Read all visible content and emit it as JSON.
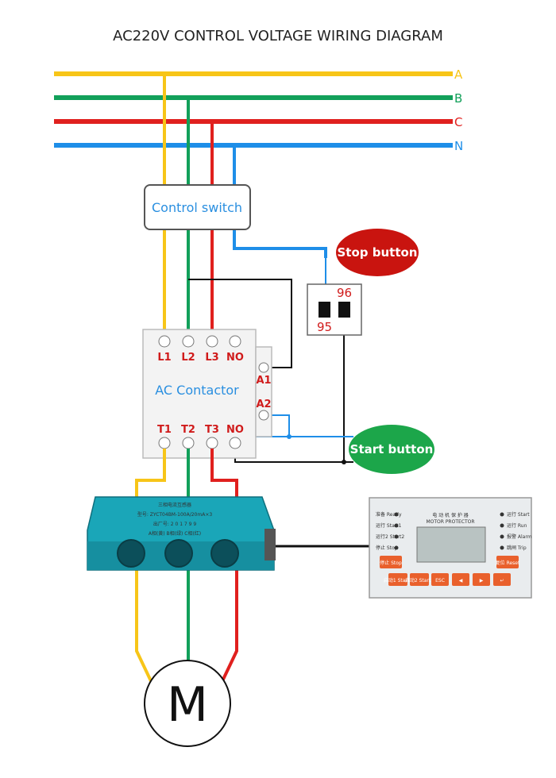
{
  "title": "AC220V CONTROL VOLTAGE WIRING DIAGRAM",
  "phases": [
    {
      "label": "A",
      "color": "#f7c518"
    },
    {
      "label": "B",
      "color": "#12a05a"
    },
    {
      "label": "C",
      "color": "#e0201e"
    },
    {
      "label": "N",
      "color": "#1e8ee8"
    }
  ],
  "control_switch": {
    "label": "Control switch"
  },
  "stop_button": {
    "label": "Stop button",
    "color": "#c9140f"
  },
  "start_button": {
    "label": "Start button",
    "color": "#1ca64a"
  },
  "stop_terminals": {
    "top": "96",
    "bottom": "95"
  },
  "contactor": {
    "label": "AC Contactor",
    "top_terminals": [
      "L1",
      "L2",
      "L3",
      "NO"
    ],
    "bottom_terminals": [
      "T1",
      "T2",
      "T3",
      "NO"
    ],
    "coil_terminals": [
      "A1",
      "A2"
    ]
  },
  "transformer": {
    "line1": "三相电流互感器",
    "line2": "型号: ZYCT04BM-100A/20mA×3",
    "line3": "出厂号: 2 0 1 7 9 9",
    "line4": "A相(黄)  B相(绿)  C相(红)"
  },
  "protector": {
    "title_cn": "电 动 机 保 护 器",
    "title_en": "MOTOR PROTECTOR",
    "left_leds": [
      "准备 Ready",
      "运行 Start1",
      "运行2 Start2",
      "停止 Stop"
    ],
    "right_leds": [
      "运行 Start",
      "运行 Run",
      "报警 Alarm",
      "跳闸 Trip"
    ],
    "buttons": [
      "停止 Stop",
      "启动1 Start1",
      "启动2 Start2",
      "ESC",
      "◀",
      "▶",
      "↵"
    ],
    "reset_button": "复位 Reset"
  },
  "motor": {
    "label": "M"
  }
}
